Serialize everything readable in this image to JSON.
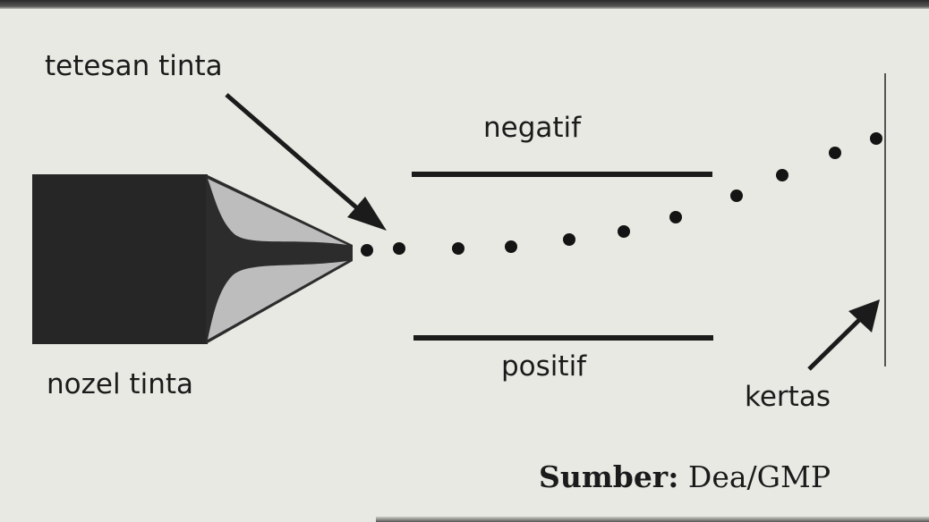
{
  "labels": {
    "droplet": "tetesan tinta",
    "negative_plate": "negatif",
    "positive_plate": "positif",
    "nozzle": "nozel tinta",
    "paper": "kertas"
  },
  "source": {
    "label": "Sumber:",
    "value": "Dea/GMP"
  },
  "colors": {
    "ink": "#1b1b1b",
    "nozzle_body": "#262626",
    "nozzle_tip_light": "#bdbdbd",
    "background": "#e9e9e4"
  }
}
